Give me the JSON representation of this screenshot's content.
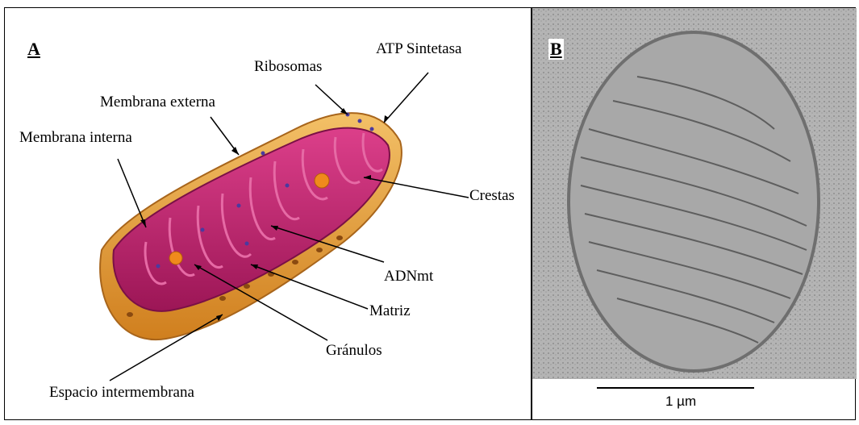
{
  "panel_a": {
    "tag": "A",
    "labels": {
      "membrana_externa": "Membrana externa",
      "membrana_interna": "Membrana interna",
      "ribosomas": "Ribosomas",
      "atp_sintetasa": "ATP Sintetasa",
      "crestas": "Crestas",
      "adnmt": "ADNmt",
      "matriz": "Matriz",
      "granulos": "Gránulos",
      "espacio_intermembrana": "Espacio intermembrana"
    },
    "colors": {
      "outer": "#e8a23c",
      "inner": "#c2286e",
      "matrix": "#a21a5b",
      "granule": "#f08a1c"
    }
  },
  "panel_b": {
    "tag": "B",
    "scale_bar": "1 µm",
    "colors": {
      "background": "#b9b9b9",
      "mito": "#8e8e8e"
    }
  }
}
